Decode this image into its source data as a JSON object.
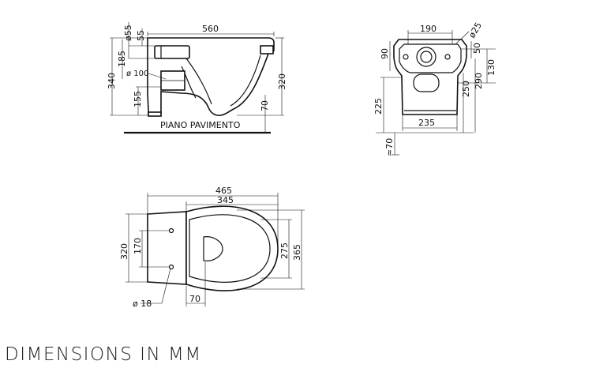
{
  "side_view": {
    "floor_label": "PIANO PAVIMENTO",
    "dims": {
      "length": "560",
      "inlet_dia": "ø55",
      "inlet_offset": "55",
      "total_height": "340",
      "inlet_height": "185",
      "outlet_dia": "ø 100",
      "outlet_height": "155",
      "bowl_height": "320",
      "clearance": "70"
    }
  },
  "back_view": {
    "dims": {
      "top_width": "190",
      "hole_dia": "ø25",
      "hole_vertical": "90",
      "hole_right": "50",
      "upper_height": "130",
      "height_290": "290",
      "height_250": "250",
      "floor_height": "225",
      "bottom_width": "235",
      "clearance_approx": "≈70"
    }
  },
  "top_view": {
    "dims": {
      "length": "465",
      "bowl_length": "345",
      "width": "320",
      "fixing_spacing": "170",
      "width_365": "365",
      "width_275": "275",
      "hole_dia": "ø 18",
      "rim_offset": "70"
    }
  },
  "caption": "DIMENSIONS IN MM"
}
